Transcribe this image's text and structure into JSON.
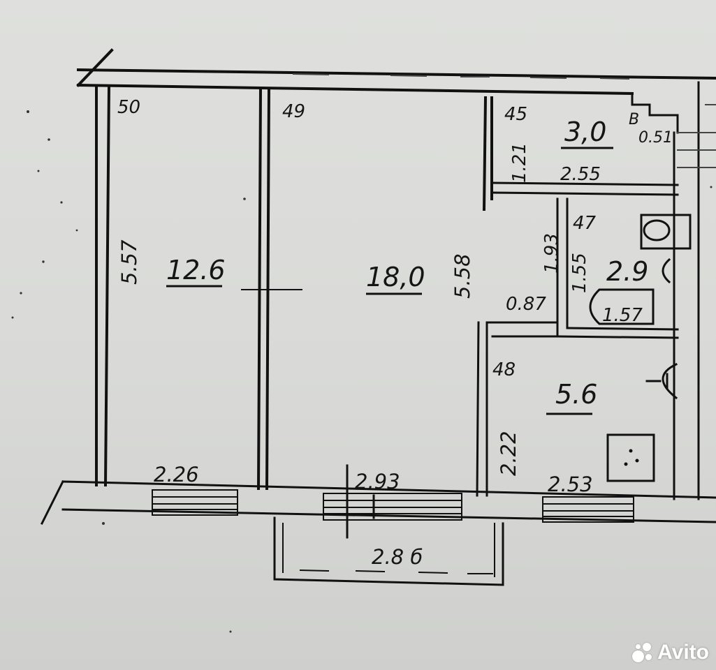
{
  "plan": {
    "room_numbers": {
      "room_50": "50",
      "room_49": "49",
      "room_45": "45",
      "room_47": "47",
      "room_48": "48"
    },
    "areas": {
      "room_50": "12.6",
      "room_49": "18,0",
      "room_45": "3,0",
      "room_47": "2.9",
      "room_48": "5.6"
    },
    "dimensions": {
      "room_50_length": "5.57",
      "room_49_length": "5.58",
      "room_50_width": "2.26",
      "room_49_width": "2.93",
      "room_48_width": "2.53",
      "room_48_length": "2.22",
      "balcony_width": "2.8 б",
      "room_45_width": "2.55",
      "room_45_length": "1.21",
      "room_47_length": "1.93",
      "room_47_width": "1.55",
      "bath_length": "1.57",
      "doorway": "0.87",
      "duct_width": "0.51",
      "duct_label": "В"
    }
  },
  "watermark": {
    "text": "Avito"
  }
}
